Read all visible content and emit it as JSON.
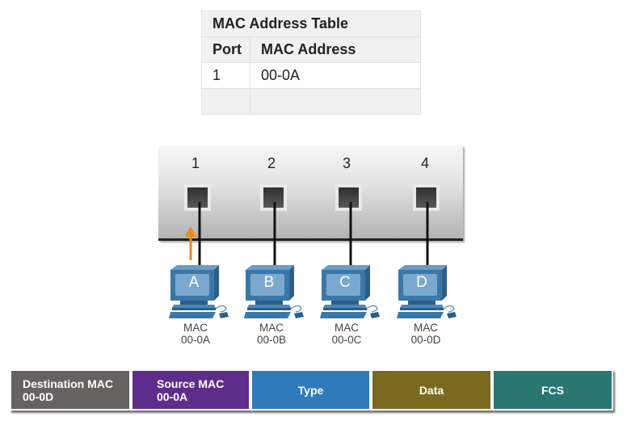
{
  "mac_table": {
    "title": "MAC Address Table",
    "headers": [
      "Port",
      "MAC Address"
    ],
    "rows": [
      {
        "port": "1",
        "mac": "00-0A"
      },
      {
        "port": "",
        "mac": ""
      }
    ]
  },
  "switch": {
    "ports": [
      {
        "number": "1"
      },
      {
        "number": "2"
      },
      {
        "number": "3"
      },
      {
        "number": "4"
      }
    ]
  },
  "hosts": [
    {
      "letter": "A",
      "mac_label": "MAC",
      "mac": "00-0A",
      "port": "1"
    },
    {
      "letter": "B",
      "mac_label": "MAC",
      "mac": "00-0B",
      "port": "2"
    },
    {
      "letter": "C",
      "mac_label": "MAC",
      "mac": "00-0C",
      "port": "3"
    },
    {
      "letter": "D",
      "mac_label": "MAC",
      "mac": "00-0D",
      "port": "4"
    }
  ],
  "traffic_arrow": {
    "from_host": "A",
    "to_port": "1",
    "color": "#f08a1e"
  },
  "frame": {
    "fields": [
      {
        "label": "Destination MAC",
        "value": "00-0D",
        "color": "#666262"
      },
      {
        "label": "Source MAC",
        "value": "00-0A",
        "color": "#5e2d8c"
      },
      {
        "label": "Type",
        "value": "",
        "color": "#2f7ab9"
      },
      {
        "label": "Data",
        "value": "",
        "color": "#7a6a20"
      },
      {
        "label": "FCS",
        "value": "",
        "color": "#2a7673"
      }
    ]
  },
  "colors": {
    "pc_blue": "#3a78a8",
    "pc_screen": "#7aa8cf",
    "link": "#111111"
  }
}
